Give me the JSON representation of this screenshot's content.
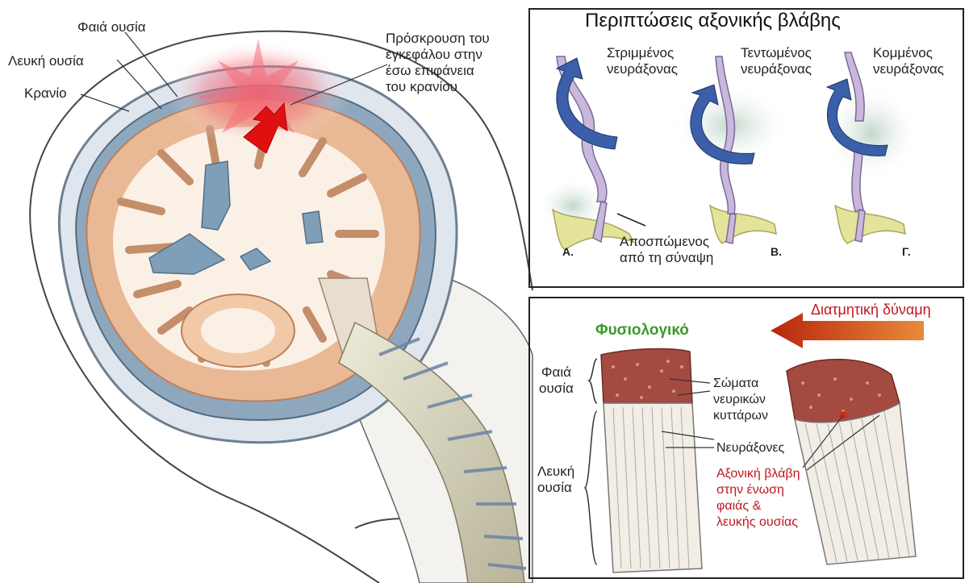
{
  "brain_labels": {
    "gray_matter": "Φαιά ουσία",
    "white_matter": "Λευκή ουσία",
    "skull": "Κρανίο",
    "impact": [
      "Πρόσκρουση του",
      "εγκεφάλου στην",
      "έσω επιφάνεια",
      "του κρανίου"
    ]
  },
  "axonal_panel": {
    "title": "Περιπτώσεις αξονικής βλάβης",
    "twisted": [
      "Στριμμένος",
      "νευράξονας"
    ],
    "stretched": [
      "Τεντωμένος",
      "νευράξονας"
    ],
    "cut": [
      "Κομμένος",
      "νευράξονας"
    ],
    "detached": [
      "Αποσπώμενος",
      "από τη σύναψη"
    ],
    "letter_a": "A.",
    "letter_b": "B.",
    "letter_c": "Γ."
  },
  "tissue_panel": {
    "shear_force": "Διατμητική δύναμη",
    "normal": "Φυσιολογικό",
    "gray_matter": [
      "Φαιά",
      "ουσία"
    ],
    "white_matter": [
      "Λευκή",
      "ουσία"
    ],
    "cell_bodies": [
      "Σώματα",
      "νευρικών",
      "κυττάρων"
    ],
    "axons": "Νευράξονες",
    "axonal_injury": [
      "Αξονική βλάβη",
      "στην ένωση",
      "φαιάς &",
      "λευκής ουσίας"
    ]
  },
  "colors": {
    "brain_tissue": "#e9b894",
    "ventricle": "#7f9fb8",
    "impact_glow": "#f05a6a",
    "arrow": "#e01010",
    "axon": "#c9b8dc",
    "synapse": "#e3e39a",
    "shear_arrow": "#b8340e",
    "gray_matter_tissue": "#b0564c"
  }
}
